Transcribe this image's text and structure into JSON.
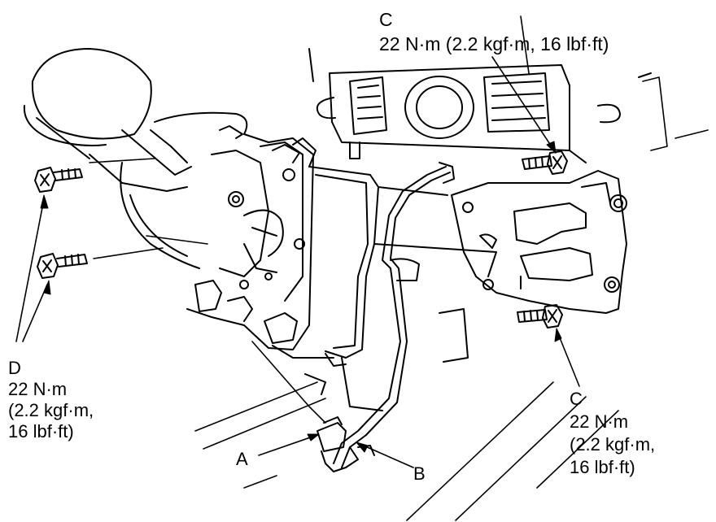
{
  "labels": {
    "c_top": {
      "letter": "C",
      "torque": "22 N·m (2.2 kgf·m, 16 lbf·ft)"
    },
    "c_right": {
      "letter": "C",
      "line1": "22 N·m",
      "line2": "(2.2 kgf·m,",
      "line3": "16 lbf·ft)"
    },
    "d_left": {
      "letter": "D",
      "line1": "22 N·m",
      "line2": "(2.2 kgf·m,",
      "line3": "16 lbf·ft)"
    },
    "a": "A",
    "b": "B"
  },
  "colors": {
    "ink": "#000000",
    "paper": "#ffffff"
  }
}
